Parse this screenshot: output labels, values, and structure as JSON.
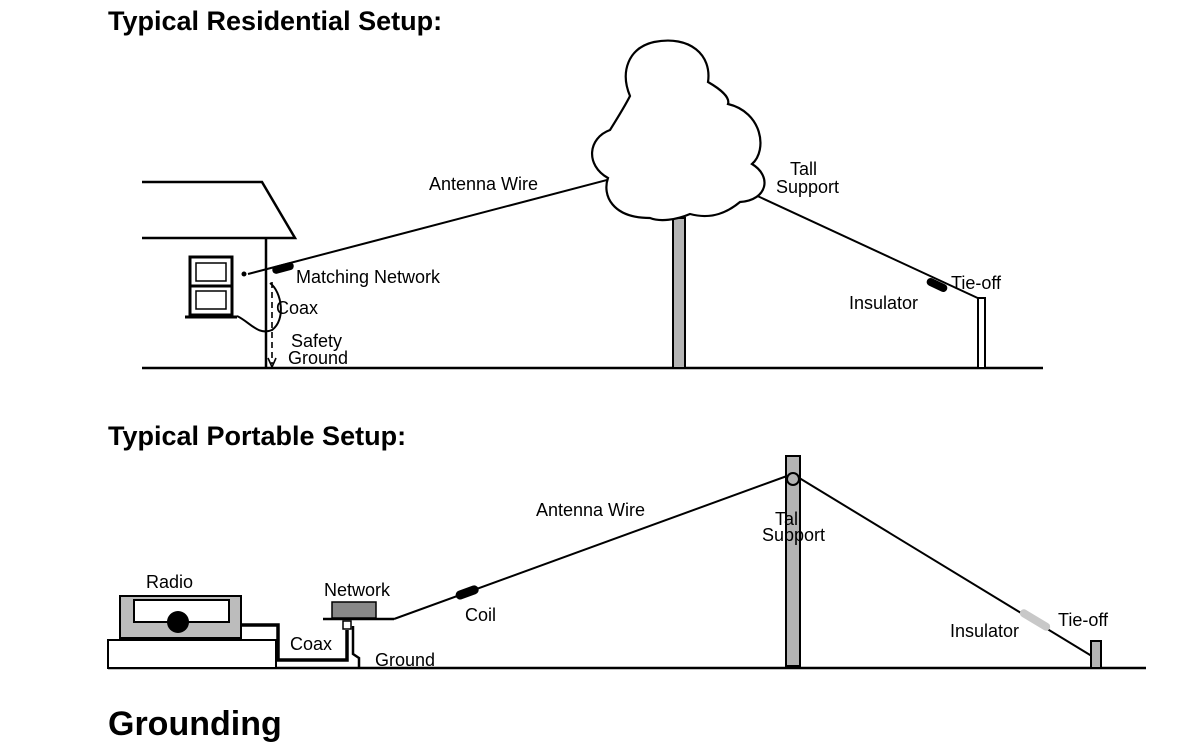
{
  "headings": {
    "residential": "Typical Residential Setup:",
    "portable": "Typical Portable Setup:",
    "grounding": "Grounding"
  },
  "residential": {
    "antenna_wire": "Antenna Wire",
    "tall": "Tall",
    "support": "Support",
    "matching_network": "Matching Network",
    "coax": "Coax",
    "safety": "Safety",
    "ground": "Ground",
    "tie_off": "Tie-off",
    "insulator": "Insulator"
  },
  "portable": {
    "antenna_wire": "Antenna Wire",
    "tall": "Tall",
    "support": "Support",
    "radio": "Radio",
    "network": "Network",
    "coil": "Coil",
    "coax": "Coax",
    "ground": "Ground",
    "insulator": "Insulator",
    "tie_off": "Tie-off"
  }
}
